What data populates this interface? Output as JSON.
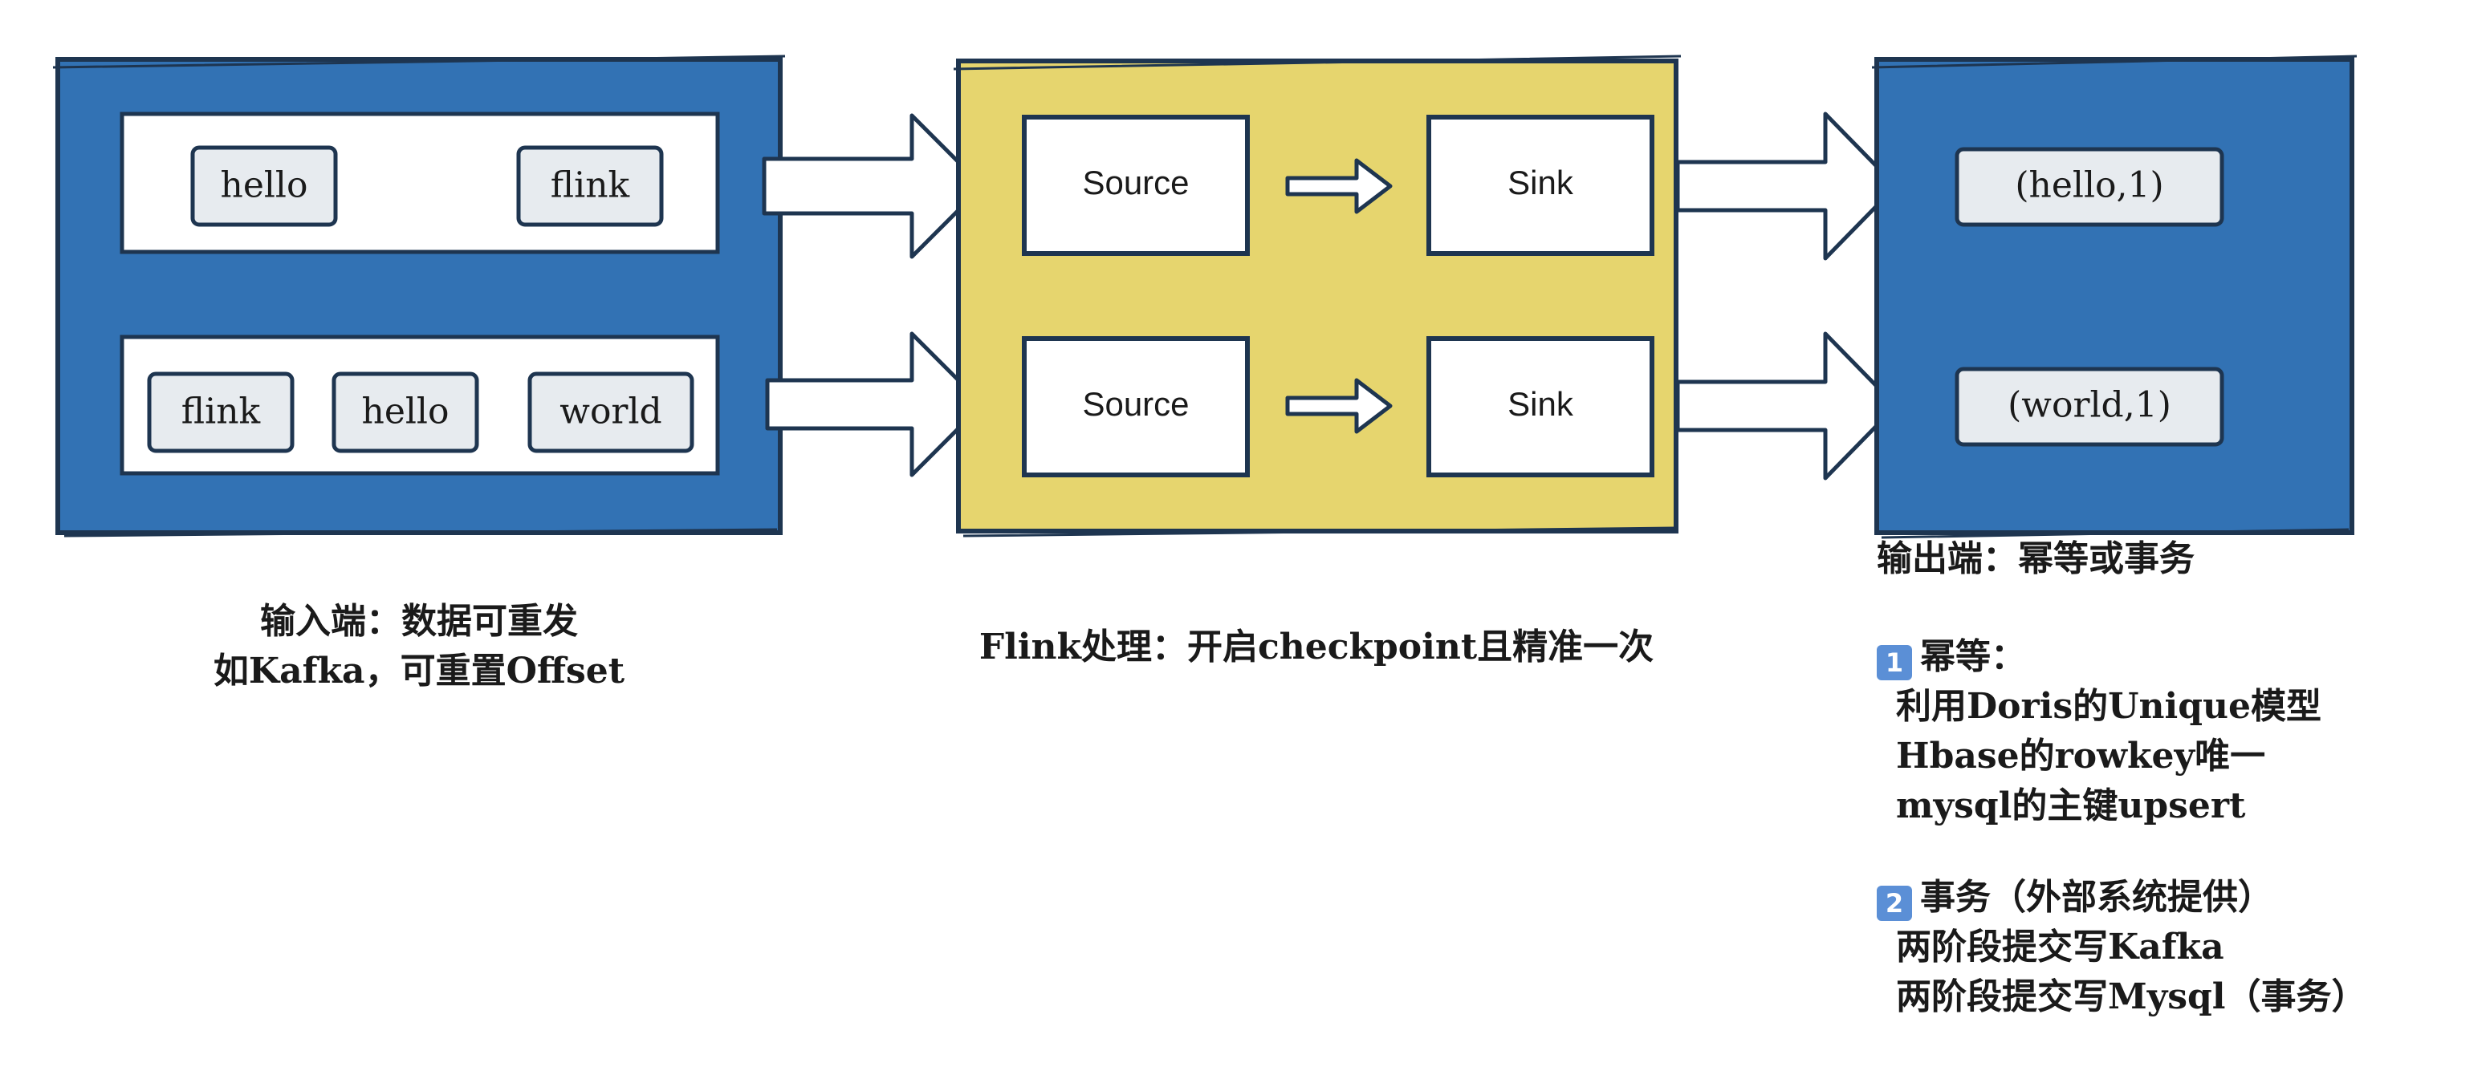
{
  "input": {
    "row1_tokens": [
      "hello",
      "flink"
    ],
    "row2_tokens": [
      "flink",
      "hello",
      "world"
    ],
    "caption_line1": "输入端：数据可重发",
    "caption_line2": "如Kafka，可重置Offset"
  },
  "processing": {
    "source_label": "Source",
    "sink_label": "Sink",
    "caption": "Flink处理：开启checkpoint且精准一次"
  },
  "output": {
    "results": [
      "(hello,1)",
      "(world,1)"
    ],
    "caption_title": "输出端：幂等或事务",
    "idempotent": {
      "badge": "1",
      "title": "幂等：",
      "lines": [
        "利用Doris的Unique模型",
        "Hbase的rowkey唯一",
        "mysql的主键upsert"
      ]
    },
    "transaction": {
      "badge": "2",
      "title": "事务（外部系统提供）",
      "lines": [
        "两阶段提交写Kafka",
        "两阶段提交写Mysql（事务）"
      ]
    }
  },
  "colors": {
    "panel_blue": "#3272b4",
    "panel_yellow": "#e6d56e",
    "token_fill": "#e7ebef",
    "stroke": "#1e3550",
    "badge": "#5b8fd6"
  }
}
